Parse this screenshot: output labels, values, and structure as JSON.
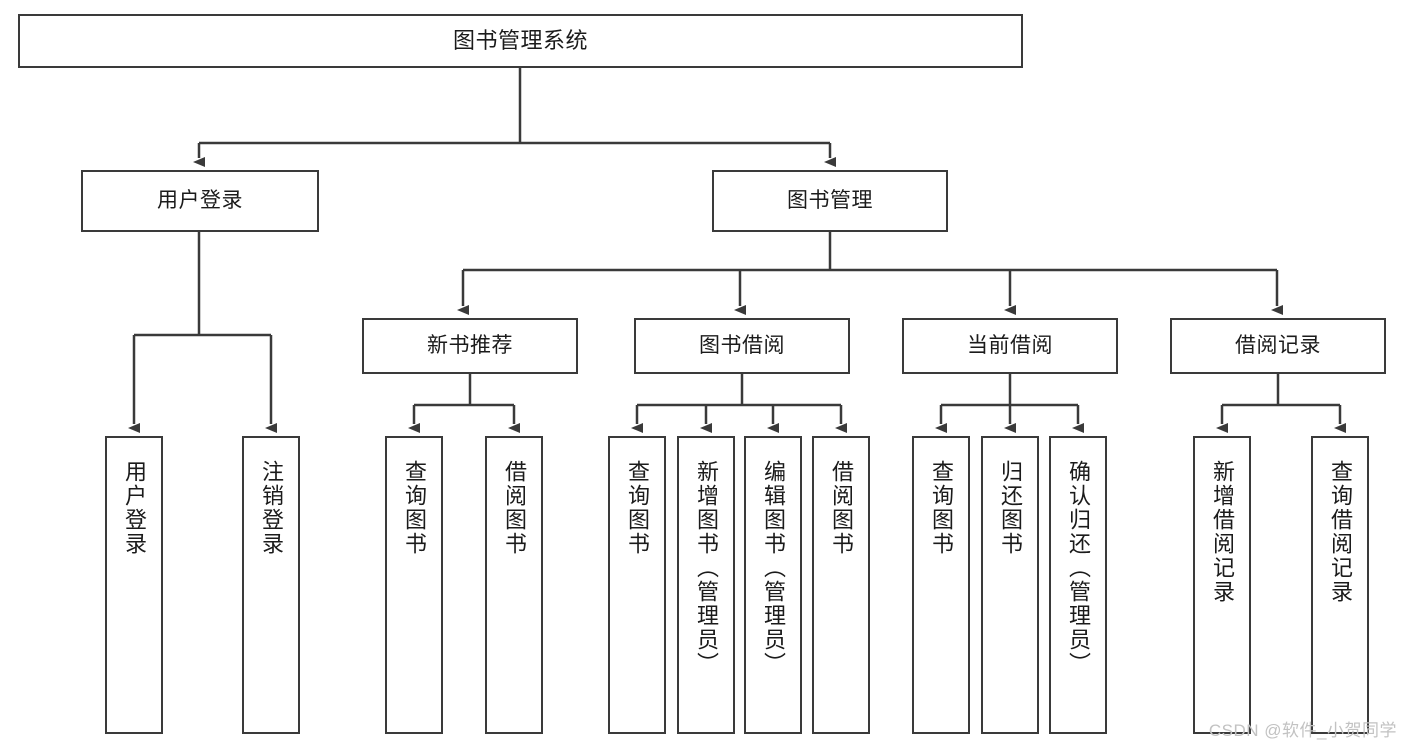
{
  "diagram": {
    "title": "图书管理系统",
    "type": "tree",
    "watermark": "CSDN @软件_小贺同学",
    "colors": {
      "stroke": "#3a3a3a",
      "fill": "#ffffff",
      "text": "#1b1b1b",
      "watermark": "#c2c2c2"
    },
    "nodes": {
      "root": {
        "label": "图书管理系统"
      },
      "level2": [
        {
          "id": "user-login",
          "label": "用户登录"
        },
        {
          "id": "book-manage",
          "label": "图书管理"
        }
      ],
      "level3": [
        {
          "id": "new-book-recommend",
          "label": "新书推荐"
        },
        {
          "id": "book-borrow",
          "label": "图书借阅"
        },
        {
          "id": "current-borrow",
          "label": "当前借阅"
        },
        {
          "id": "borrow-record",
          "label": "借阅记录"
        }
      ],
      "leaves": {
        "user-login": [
          {
            "id": "leaf-user-login",
            "label": "用户登录"
          },
          {
            "id": "leaf-user-logout",
            "label": "注销登录"
          }
        ],
        "new-book-recommend": [
          {
            "id": "leaf-query-book-1",
            "label": "查询图书"
          },
          {
            "id": "leaf-borrow-book-1",
            "label": "借阅图书"
          }
        ],
        "book-borrow": [
          {
            "id": "leaf-query-book-2",
            "label": "查询图书"
          },
          {
            "id": "leaf-add-book",
            "label": "新增图书（管理员）"
          },
          {
            "id": "leaf-edit-book",
            "label": "编辑图书（管理员）"
          },
          {
            "id": "leaf-borrow-book-2",
            "label": "借阅图书"
          }
        ],
        "current-borrow": [
          {
            "id": "leaf-query-book-3",
            "label": "查询图书"
          },
          {
            "id": "leaf-return-book",
            "label": "归还图书"
          },
          {
            "id": "leaf-confirm-return",
            "label": "确认归还（管理员）"
          }
        ],
        "borrow-record": [
          {
            "id": "leaf-add-record",
            "label": "新增借阅记录"
          },
          {
            "id": "leaf-query-record",
            "label": "查询借阅记录"
          }
        ]
      }
    }
  }
}
